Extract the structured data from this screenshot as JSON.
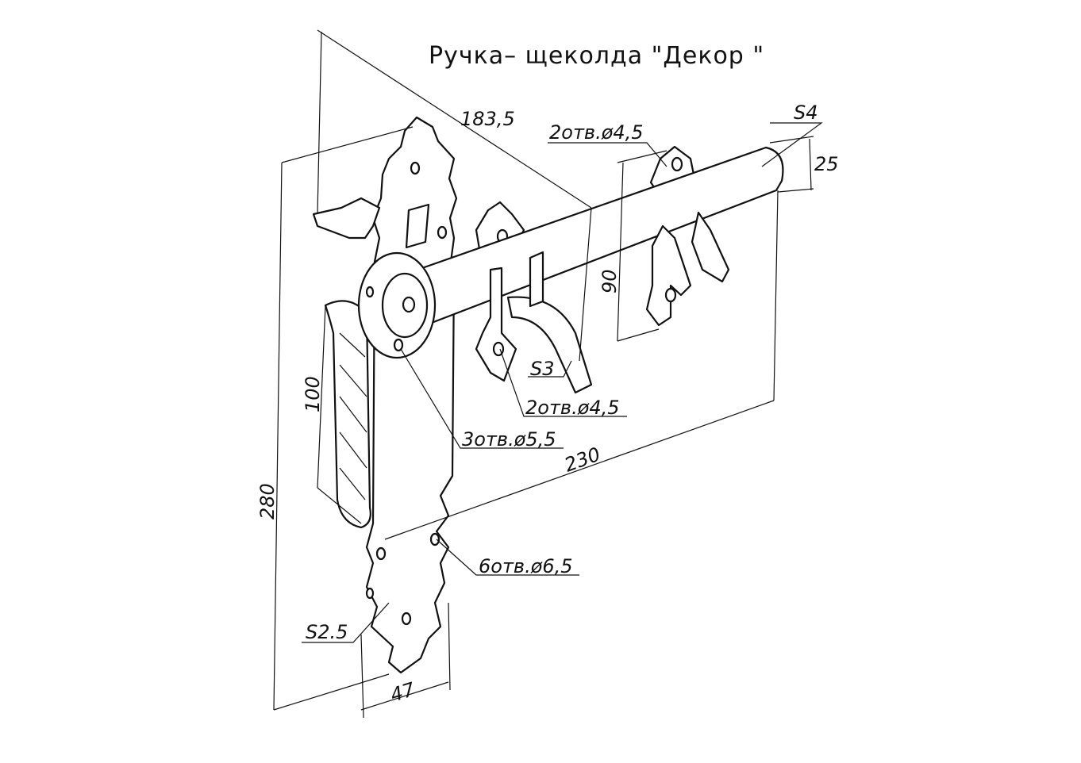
{
  "title": "Ручка– щеколда \"Декор \"",
  "dimensions": {
    "diag": "183,5",
    "height_total": "280",
    "handle": "100",
    "bar_width": "25",
    "keeper_height": "90",
    "bar_length": "230",
    "plate_width": "47"
  },
  "callouts": {
    "holes_keeper_top": "2отв.ø4,5",
    "holes_keeper_left": "2отв.ø4,5",
    "holes_rosette": "3отв.ø5,5",
    "holes_plate": "6отв.ø6,5",
    "bar_thickness": "S4",
    "hook_thickness": "S3",
    "plate_thickness": "S2.5"
  }
}
